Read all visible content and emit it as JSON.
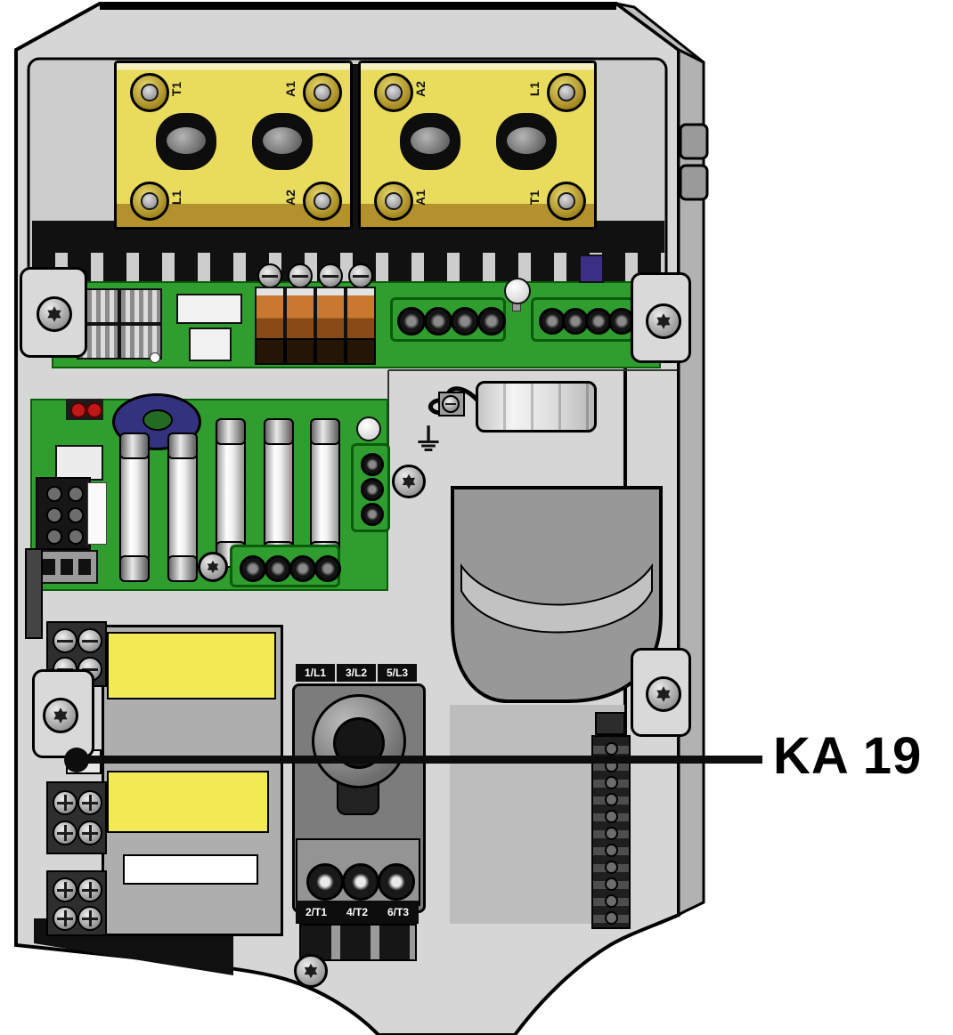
{
  "callout": {
    "label": "KA 19"
  },
  "busbars": {
    "left": {
      "top_left": "T1",
      "top_right": "A1",
      "bottom_left": "L1",
      "bottom_right": "A2"
    },
    "right": {
      "top_left": "A2",
      "top_right": "L1",
      "bottom_left": "A1",
      "bottom_right": "T1"
    }
  },
  "breaker": {
    "top_terminals": [
      "1/L1",
      "3/L2",
      "5/L3"
    ],
    "bottom_terminals": [
      "2/T1",
      "4/T2",
      "6/T3"
    ]
  },
  "icons": {
    "earth_glyph": "⏚"
  },
  "colors": {
    "busbar_yellow": "#e9dc5d",
    "label_yellow": "#f2ea55",
    "pcb_green": "#2f9e2f",
    "toroid_blue": "#32327f",
    "body_gray": "#d6d6d6",
    "line_black": "#0d0d0d"
  }
}
